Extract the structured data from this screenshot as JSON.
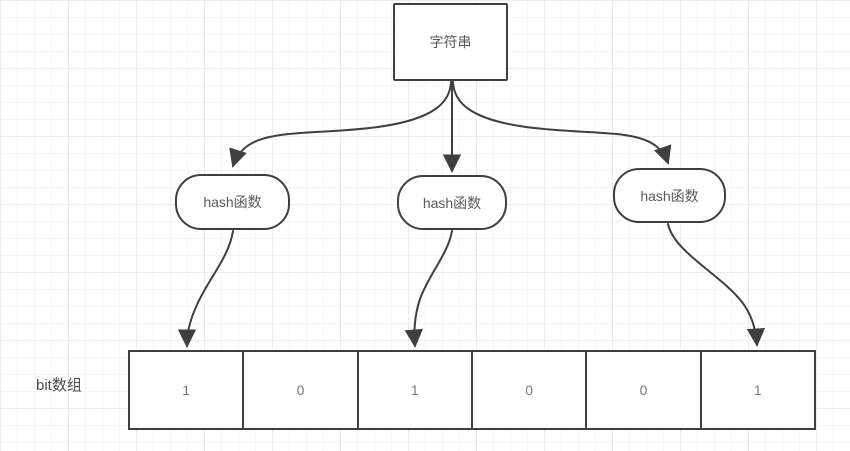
{
  "diagram": {
    "string_box": {
      "label": "字符串"
    },
    "hash_boxes": [
      {
        "label": "hash函数"
      },
      {
        "label": "hash函数"
      },
      {
        "label": "hash函数"
      }
    ],
    "bit_array": {
      "label": "bit数组",
      "cells": [
        "1",
        "0",
        "1",
        "0",
        "0",
        "1"
      ]
    },
    "colors": {
      "stroke": "#3f3f3f",
      "node_fill": "#ffffff",
      "text": "#595959",
      "background": "#ffffff",
      "grid_line": "#f2f2f4"
    }
  }
}
